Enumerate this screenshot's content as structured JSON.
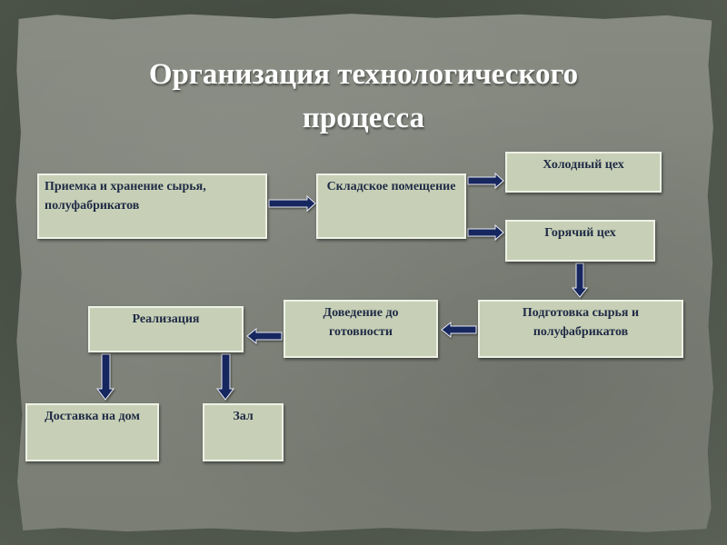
{
  "title_line1": "Организация технологического",
  "title_line2": "процесса",
  "nodes": {
    "receiving": "Приемка и хранение сырья, полуфабрикатов",
    "warehouse": "Складское помещение",
    "cold_shop": "Холодный цех",
    "hot_shop": "Горячий цех",
    "preparation": "Подготовка сырья и полуфабрикатов",
    "finishing": "Доведение до готовности",
    "sales": "Реализация",
    "delivery": "Доставка на дом",
    "hall": "Зал"
  },
  "colors": {
    "box_fill": "#c7d0b6",
    "box_border": "#eef1e6",
    "text": "#1f2a45",
    "arrow": "#14275f"
  }
}
